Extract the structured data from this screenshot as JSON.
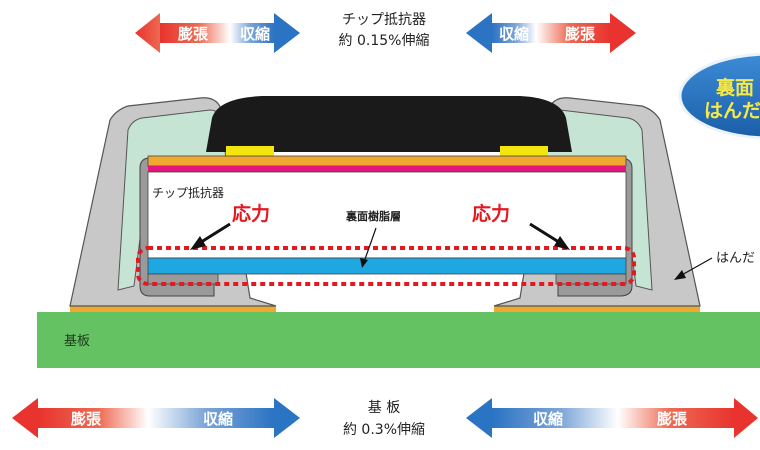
{
  "top": {
    "left_arrow": {
      "expand": "膨張",
      "shrink": "収縮"
    },
    "caption_line1": "チップ抵抗器",
    "caption_line2": "約 0.15%伸縮",
    "right_arrow": {
      "shrink": "収縮",
      "expand": "膨張"
    }
  },
  "callout": {
    "line1": "裏面",
    "line2": "はんだ"
  },
  "labels": {
    "chip": "チップ抵抗器",
    "stress_left": "応力",
    "stress_right": "応力",
    "resin_layer": "裏面樹脂層",
    "solder": "はんだ",
    "substrate": "基板"
  },
  "bottom": {
    "left_arrow": {
      "expand": "膨張",
      "shrink": "収縮"
    },
    "caption_line1": "基 板",
    "caption_line2": "約 0.3%伸縮",
    "right_arrow": {
      "shrink": "収縮",
      "expand": "膨張"
    }
  },
  "colors": {
    "expand_red": "#e8332e",
    "shrink_blue": "#2b73c3",
    "stress_red": "#e4181f",
    "substrate_green": "#64c262",
    "solder_gray": "#c8c8c8",
    "fillet_mint": "#c6e4d4",
    "body_black": "#1a1a1a",
    "electrode_yellow": "#f3e60f",
    "pad_orange": "#f0a830",
    "magenta_layer": "#e5157e",
    "cyan_layer": "#1ea7e1",
    "callout_blue": "#2472bf"
  }
}
